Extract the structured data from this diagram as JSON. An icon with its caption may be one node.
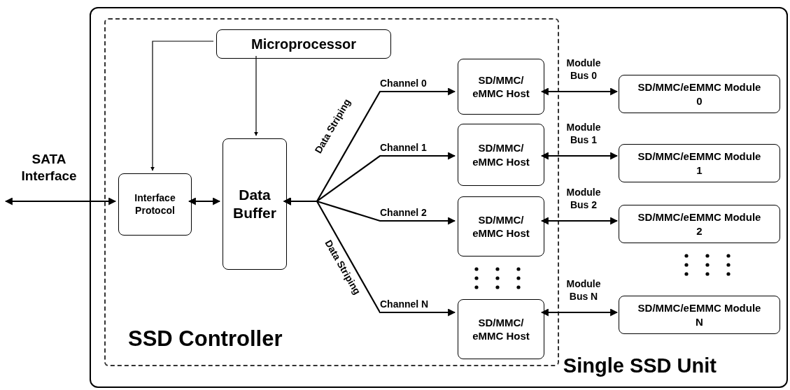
{
  "diagram": {
    "nodes": [
      {
        "text": [
          "Single SSD Unit"
        ]
      },
      {
        "text": [
          "SSD Controller"
        ],
        "in": 0
      },
      {
        "text": [
          "Microprocessor"
        ],
        "in": 1
      },
      {
        "text": [
          "Interface Protocol"
        ],
        "in": 1
      },
      {
        "text": [
          "Data Buffer"
        ],
        "in": 1
      },
      {
        "text": [
          "SD/MMC/ eMMC Host"
        ],
        "in": 1
      },
      {
        "text": [
          "SD/MMC/ eMMC Host"
        ],
        "in": 1
      },
      {
        "text": [
          "SD/MMC/ eMMC Host"
        ],
        "in": 1
      },
      {
        "text": [
          "SD/MMC/ eMMC Host"
        ],
        "in": 1
      },
      {
        "text": [
          "SD/MMC/eEMMC Module 0"
        ],
        "in": 0
      },
      {
        "text": [
          "SD/MMC/eEMMC Module 1"
        ],
        "in": 0
      },
      {
        "text": [
          "SD/MMC/eEMMC Module 2"
        ],
        "in": 0
      },
      {
        "text": [
          "SD/MMC/eEMMC Module N"
        ],
        "in": 0
      }
    ],
    "edges": [
      {
        "from": 2,
        "to": 3,
        "arrow": "to"
      },
      {
        "from": 2,
        "to": 4,
        "arrow": "to"
      },
      {
        "from": null,
        "to": 3,
        "arrow": "both",
        "label": "SATA Interface"
      },
      {
        "from": 3,
        "to": 4,
        "arrow": "both"
      },
      {
        "from": 4,
        "to": 5,
        "arrow": "both",
        "label": "Channel 0"
      },
      {
        "from": 4,
        "to": 6,
        "arrow": "both",
        "label": "Channel 1"
      },
      {
        "from": 4,
        "to": 7,
        "arrow": "both",
        "label": "Channel 2"
      },
      {
        "from": 4,
        "to": 8,
        "arrow": "both",
        "label": "Channel N"
      },
      {
        "from": 5,
        "to": 9,
        "arrow": "both",
        "label": "Module Bus 0"
      },
      {
        "from": 6,
        "to": 10,
        "arrow": "both",
        "label": "Module Bus 1"
      },
      {
        "from": 7,
        "to": 11,
        "arrow": "both",
        "label": "Module Bus 2"
      },
      {
        "from": 8,
        "to": 12,
        "arrow": "both",
        "label": "Module Bus N"
      }
    ],
    "labels": [
      "Data Striping",
      "Data Striping"
    ]
  }
}
